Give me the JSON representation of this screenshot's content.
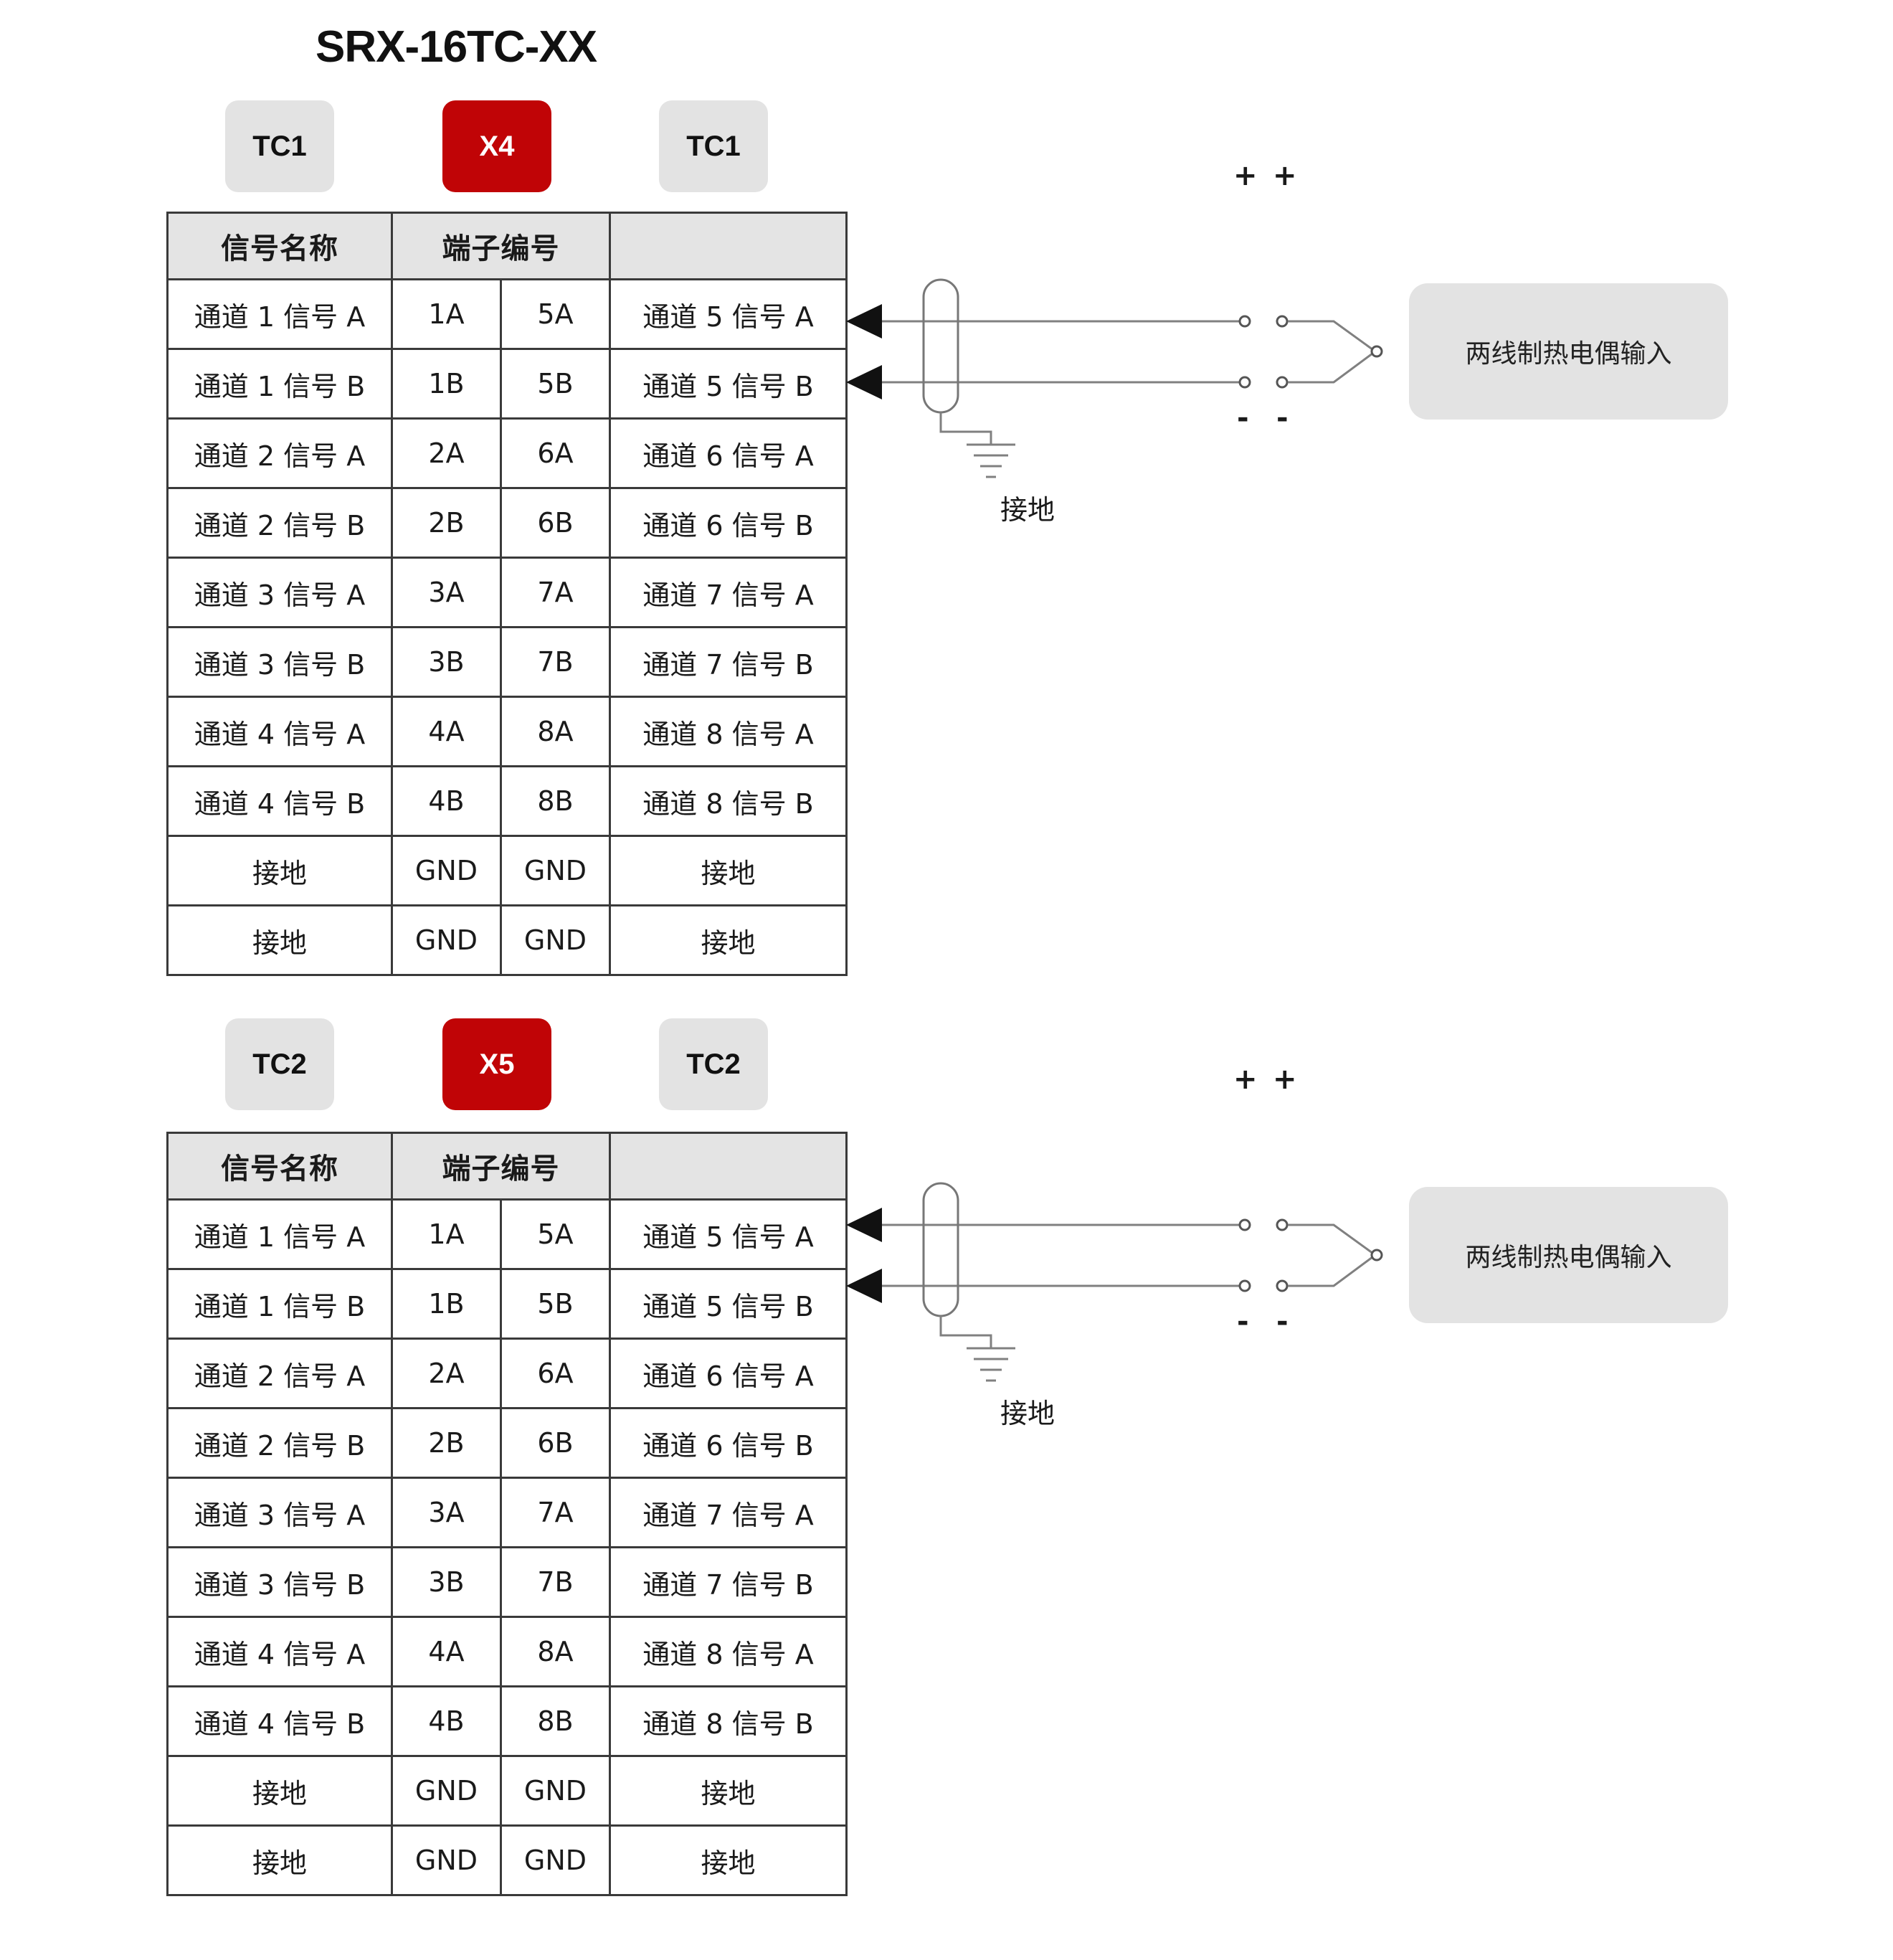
{
  "title": "SRX-16TC-XX",
  "sections": [
    {
      "id": "tc1",
      "badges": [
        {
          "label": "TC1",
          "style": "gray",
          "name": "badge-tc1-left"
        },
        {
          "label": "X4",
          "style": "red",
          "name": "badge-x4"
        },
        {
          "label": "TC1",
          "style": "gray",
          "name": "badge-tc1-right"
        }
      ],
      "table": {
        "headers": [
          "信号名称",
          "端子编号",
          ""
        ],
        "rows": [
          [
            "通道 1 信号 A",
            "1A",
            "5A",
            "通道 5 信号 A"
          ],
          [
            "通道 1 信号 B",
            "1B",
            "5B",
            "通道 5 信号 B"
          ],
          [
            "通道 2 信号 A",
            "2A",
            "6A",
            "通道 6 信号 A"
          ],
          [
            "通道 2 信号 B",
            "2B",
            "6B",
            "通道 6 信号 B"
          ],
          [
            "通道 3 信号 A",
            "3A",
            "7A",
            "通道 7 信号 A"
          ],
          [
            "通道 3 信号 B",
            "3B",
            "7B",
            "通道 7 信号 B"
          ],
          [
            "通道 4 信号 A",
            "4A",
            "8A",
            "通道 8 信号 A"
          ],
          [
            "通道 4 信号 B",
            "4B",
            "8B",
            "通道 8 信号 B"
          ],
          [
            "接地",
            "GND",
            "GND",
            "接地"
          ],
          [
            "接地",
            "GND",
            "GND",
            "接地"
          ]
        ]
      },
      "diagram": {
        "ground_label": "接地",
        "plus_left": "+",
        "plus_right": "+",
        "minus_left": "-",
        "minus_right": "-",
        "input_box_label": "两线制热电偶输入"
      }
    },
    {
      "id": "tc2",
      "badges": [
        {
          "label": "TC2",
          "style": "gray",
          "name": "badge-tc2-left"
        },
        {
          "label": "X5",
          "style": "red",
          "name": "badge-x5"
        },
        {
          "label": "TC2",
          "style": "gray",
          "name": "badge-tc2-right"
        }
      ],
      "table": {
        "headers": [
          "信号名称",
          "端子编号",
          ""
        ],
        "rows": [
          [
            "通道 1 信号 A",
            "1A",
            "5A",
            "通道 5 信号 A"
          ],
          [
            "通道 1 信号 B",
            "1B",
            "5B",
            "通道 5 信号 B"
          ],
          [
            "通道 2 信号 A",
            "2A",
            "6A",
            "通道 6 信号 A"
          ],
          [
            "通道 2 信号 B",
            "2B",
            "6B",
            "通道 6 信号 B"
          ],
          [
            "通道 3 信号 A",
            "3A",
            "7A",
            "通道 7 信号 A"
          ],
          [
            "通道 3 信号 B",
            "3B",
            "7B",
            "通道 7 信号 B"
          ],
          [
            "通道 4 信号 A",
            "4A",
            "8A",
            "通道 8 信号 A"
          ],
          [
            "通道 4 信号 B",
            "4B",
            "8B",
            "通道 8 信号 B"
          ],
          [
            "接地",
            "GND",
            "GND",
            "接地"
          ],
          [
            "接地",
            "GND",
            "GND",
            "接地"
          ]
        ]
      },
      "diagram": {
        "ground_label": "接地",
        "plus_left": "+",
        "plus_right": "+",
        "minus_left": "-",
        "minus_right": "-",
        "input_box_label": "两线制热电偶输入"
      }
    }
  ],
  "colors": {
    "accent_red": "#c00406",
    "badge_gray": "#e3e3e3",
    "header_gray": "#e4e4e4",
    "border": "#3a3a3a",
    "wire": "#808080"
  }
}
